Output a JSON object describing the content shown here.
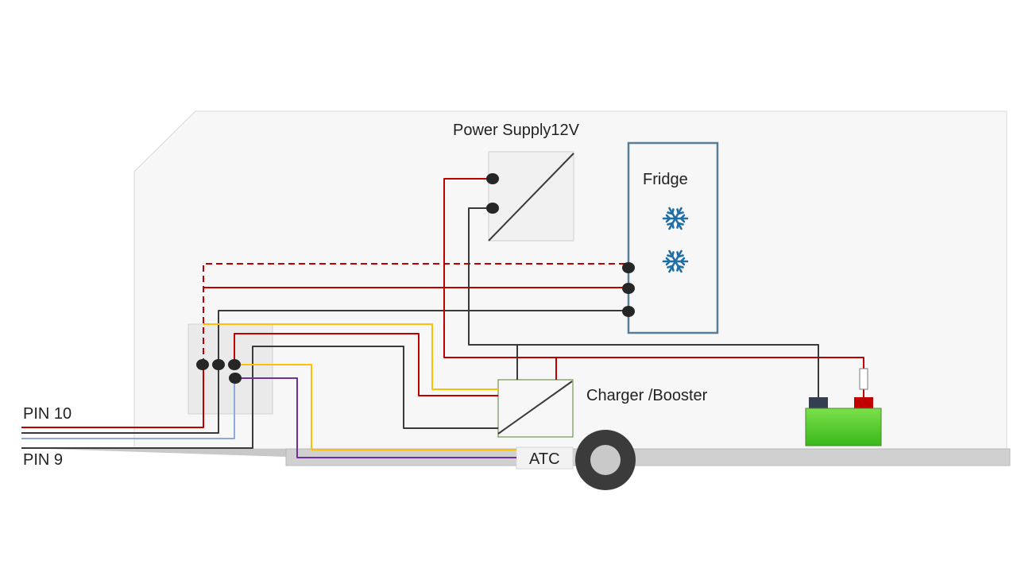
{
  "labels": {
    "power_supply": "Power Supply12V",
    "fridge": "Fridge",
    "charger": "Charger /Booster",
    "atc": "ATC",
    "pin10": "PIN 10",
    "pin9": "PIN 9"
  },
  "icons": {
    "fridge_icon_1": "snowflake-icon",
    "fridge_icon_2": "snowflake-icon"
  },
  "colors": {
    "wire_positive": "#c00000",
    "wire_ground": "#3a3a3a",
    "wire_yellow": "#ffc000",
    "wire_purple": "#7030a0",
    "wire_blue": "#8ea9db",
    "battery_fill": "#5ccc2e",
    "fridge_border": "#587d97",
    "snowflake": "#1f6fa5"
  }
}
